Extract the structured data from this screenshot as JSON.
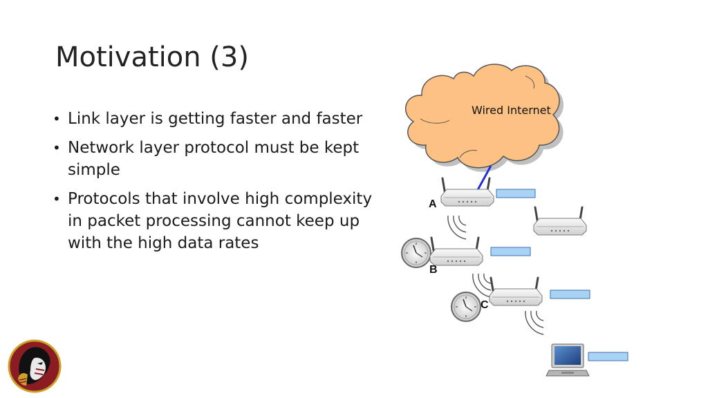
{
  "slide": {
    "title": "Motivation (3)",
    "bullets": [
      "Link layer is getting faster and faster",
      "Network layer protocol must be kept simple",
      "Protocols that involve high complexity in packet processing cannot keep up with the high data rates"
    ]
  },
  "diagram": {
    "cloud_label": "Wired Internet",
    "node_labels": {
      "a": "A",
      "b": "B",
      "c": "C"
    },
    "colors": {
      "cloud_fill": "#fdc183",
      "cloud_stroke": "#555555",
      "link": "#1f2fd6",
      "queue_fill": "#a9d3f5",
      "queue_stroke": "#3b6fb0"
    }
  },
  "logo": {
    "colors": {
      "garnet": "#8b1c24",
      "gold": "#c9a227"
    }
  }
}
